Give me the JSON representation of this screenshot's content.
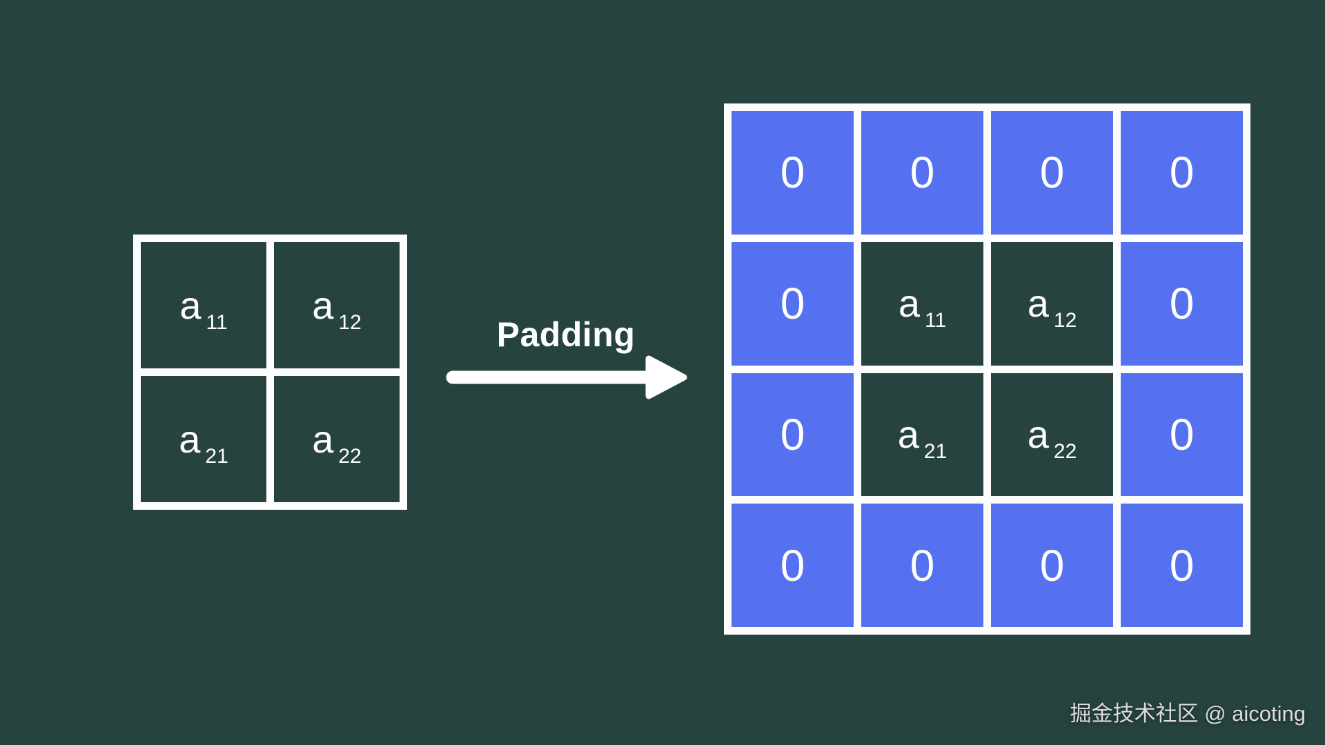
{
  "colors": {
    "background": "#264340",
    "matrix_frame": "#fdfdfd",
    "left_cell": "#264340",
    "padded_dark_cell": "#264340",
    "padded_zero_cell": "#5571ef",
    "text": "#ffffff",
    "watermark": "#dcdcdc"
  },
  "left_matrix": {
    "rows": 2,
    "cols": 2,
    "cells": [
      {
        "base": "a",
        "sub": "11"
      },
      {
        "base": "a",
        "sub": "12"
      },
      {
        "base": "a",
        "sub": "21"
      },
      {
        "base": "a",
        "sub": "22"
      }
    ]
  },
  "transform": {
    "label": "Padding"
  },
  "right_matrix": {
    "rows": 4,
    "cols": 4,
    "cells": [
      {
        "type": "zero",
        "text": "0"
      },
      {
        "type": "zero",
        "text": "0"
      },
      {
        "type": "zero",
        "text": "0"
      },
      {
        "type": "zero",
        "text": "0"
      },
      {
        "type": "zero",
        "text": "0"
      },
      {
        "type": "var",
        "base": "a",
        "sub": "11"
      },
      {
        "type": "var",
        "base": "a",
        "sub": "12"
      },
      {
        "type": "zero",
        "text": "0"
      },
      {
        "type": "zero",
        "text": "0"
      },
      {
        "type": "var",
        "base": "a",
        "sub": "21"
      },
      {
        "type": "var",
        "base": "a",
        "sub": "22"
      },
      {
        "type": "zero",
        "text": "0"
      },
      {
        "type": "zero",
        "text": "0"
      },
      {
        "type": "zero",
        "text": "0"
      },
      {
        "type": "zero",
        "text": "0"
      },
      {
        "type": "zero",
        "text": "0"
      }
    ]
  },
  "watermark": {
    "text": "掘金技术社区 @ aicoting"
  }
}
